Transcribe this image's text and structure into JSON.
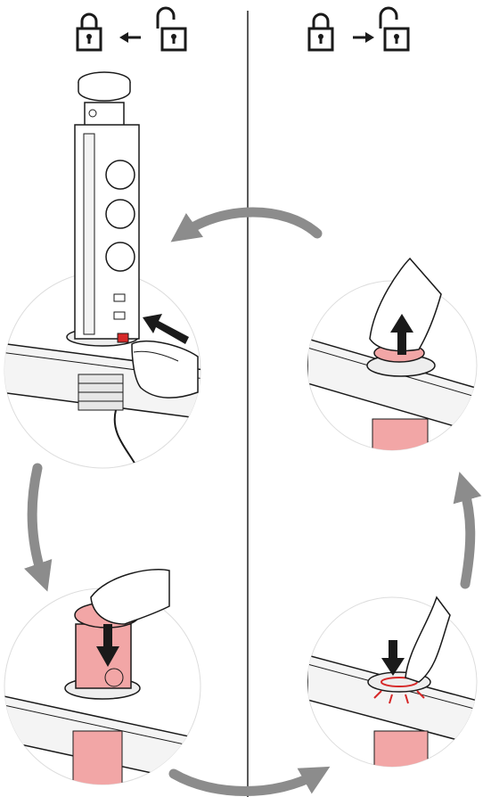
{
  "header": {
    "left_group": {
      "from_icon": "padlock-closed-icon",
      "arrow": "arrow-left-icon",
      "to_icon": "padlock-open-icon"
    },
    "right_group": {
      "from_icon": "padlock-closed-icon",
      "arrow": "arrow-right-icon",
      "to_icon": "padlock-open-icon"
    }
  },
  "steps": [
    {
      "step": "press-lock-button-on-socket-tower",
      "icons": [
        "hand-icon",
        "push-arrow-icon",
        "red-lock-button-icon"
      ]
    },
    {
      "step": "push-tower-down-into-desk",
      "icons": [
        "hand-icon",
        "down-arrow-icon"
      ]
    },
    {
      "step": "press-top-cap-to-release",
      "icons": [
        "finger-icon",
        "down-arrow-icon",
        "pulse-indicator-icon"
      ]
    },
    {
      "step": "lift-tower-up",
      "icons": [
        "hand-icon",
        "up-arrow-icon"
      ]
    }
  ],
  "cycle_arrows": [
    "arrow-right-circle-top",
    "arrow-down-left",
    "arrow-bottom-curve",
    "arrow-up-right"
  ],
  "colors": {
    "line": "#1a1a1a",
    "cycle_arrow": "#8c8c8c",
    "accent_pink": "#f2a6a6",
    "accent_red": "#d62828",
    "divider": "#222222",
    "desk_fill": "#f4f4f4"
  }
}
